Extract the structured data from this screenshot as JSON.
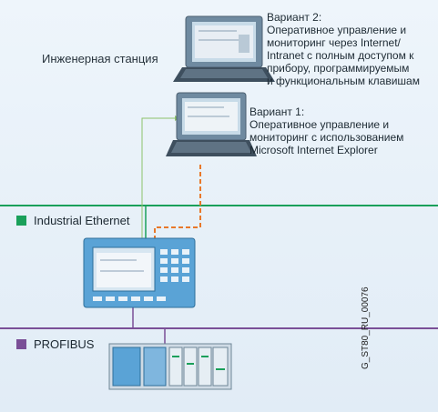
{
  "labels": {
    "station": "Инженерная станция",
    "variant2": "Вариант 2:\nОперативное управление и\nмониторинг через Internet/\nIntranet с полным доступом к\nприбору, программируемым\nи функциональным клавишам",
    "variant1": "Вариант 1:\nОперативное управление и\nмониторинг с использованием\nMicrosoft Internet Explorer",
    "ethernet": "Industrial Ethernet",
    "profibus": "PROFIBUS",
    "figure_id": "G_ST80_RU_00076"
  },
  "colors": {
    "ethernet": "#1aa05a",
    "profibus": "#7a4f97",
    "dashed_link": "#e8782a",
    "web_link": "#8cc26a",
    "device_blue": "#5aa3d6"
  },
  "icons": {
    "laptop_top": "laptop-icon",
    "laptop_middle": "laptop-icon",
    "panel": "hmi-panel-icon",
    "plc": "plc-rack-icon"
  }
}
